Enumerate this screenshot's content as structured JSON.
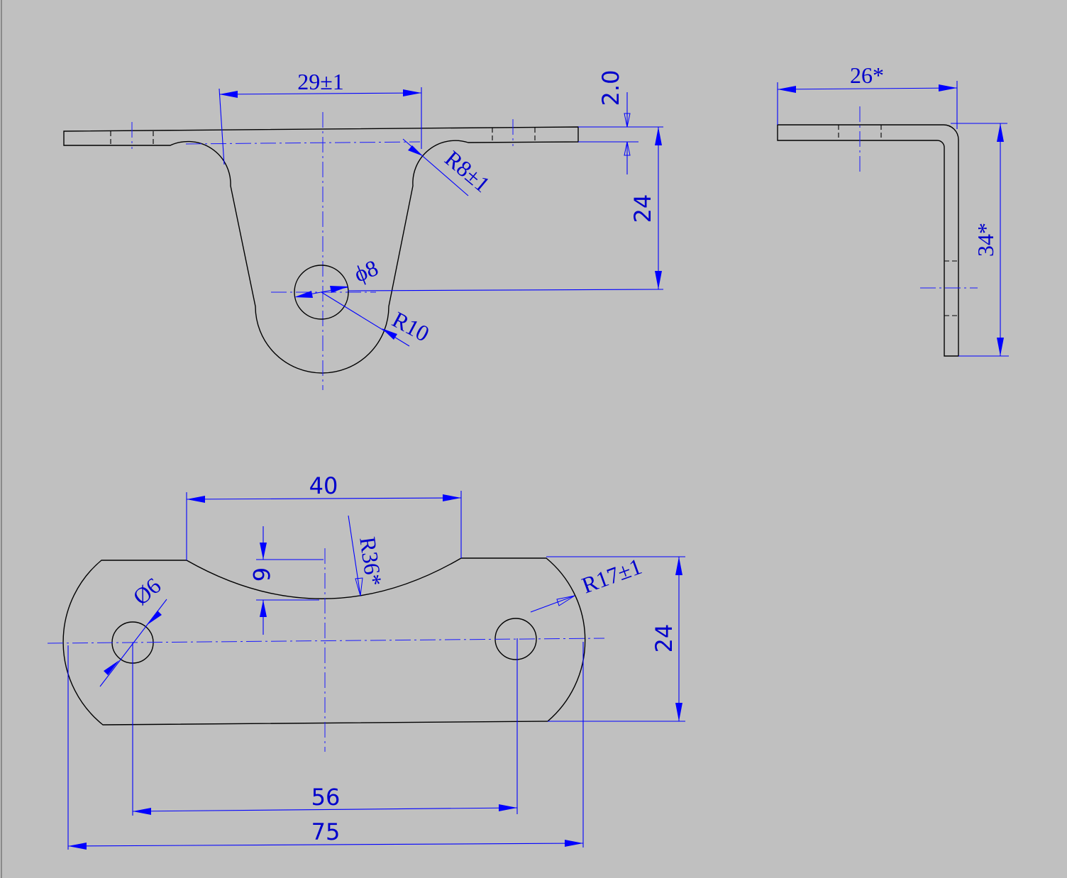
{
  "colors": {
    "background": "#c0c0c0",
    "geometry": "#000000",
    "dimension": "#0000ff"
  },
  "front_view": {
    "width_dim": "29±1",
    "thickness_dim": "2.0",
    "bend_radius_dim": "R8±1",
    "height_dim": "24",
    "hole_dim": "ϕ8",
    "end_radius_dim": "R10"
  },
  "side_view": {
    "flange_dim": "26*",
    "leg_dim": "34*"
  },
  "top_view": {
    "cutout_width_dim": "40",
    "cutout_depth_dim": "6",
    "cutout_radius_dim": "R36*",
    "hole_dim": "Ø6",
    "end_radius_dim": "R17±1",
    "width_dim": "24",
    "hole_spacing_dim": "56",
    "overall_length_dim": "75"
  }
}
